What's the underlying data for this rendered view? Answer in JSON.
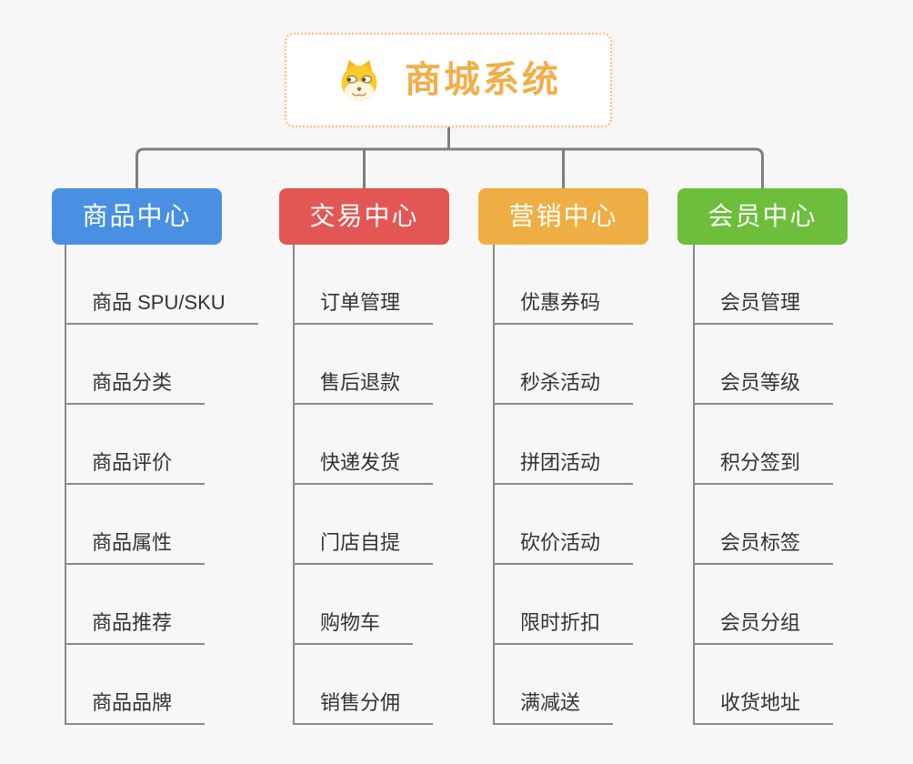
{
  "root": {
    "label": "商城系统",
    "icon": "doge-icon"
  },
  "branches": [
    {
      "label": "商品中心",
      "color": "#4a90e2",
      "items": [
        "商品 SPU/SKU",
        "商品分类",
        "商品评价",
        "商品属性",
        "商品推荐",
        "商品品牌"
      ]
    },
    {
      "label": "交易中心",
      "color": "#e25754",
      "items": [
        "订单管理",
        "售后退款",
        "快递发货",
        "门店自提",
        "购物车",
        "销售分佣"
      ]
    },
    {
      "label": "营销中心",
      "color": "#efae44",
      "items": [
        "优惠券码",
        "秒杀活动",
        "拼团活动",
        "砍价活动",
        "限时折扣",
        "满减送"
      ]
    },
    {
      "label": "会员中心",
      "color": "#6dbe3b",
      "items": [
        "会员管理",
        "会员等级",
        "积分签到",
        "会员标签",
        "会员分组",
        "收货地址"
      ]
    }
  ],
  "colors": {
    "background": "#f7f7f7",
    "connector": "#7f7f7f",
    "leaf_line": "#8a8a8a",
    "leaf_text": "#333333",
    "root_text": "#f1ae4a",
    "root_border": "#efc178"
  }
}
